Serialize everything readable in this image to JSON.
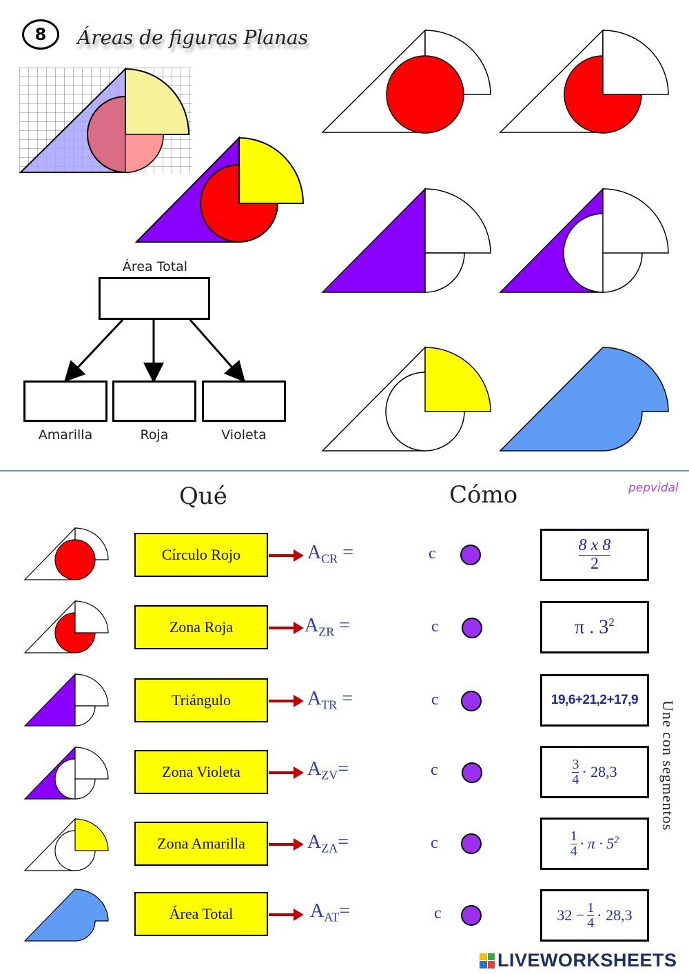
{
  "header": {
    "number": "8",
    "title": "Áreas de figuras Planas"
  },
  "tree": {
    "top_label": "Área Total",
    "bottom_labels": [
      "Amarilla",
      "Roja",
      "Violeta"
    ]
  },
  "columns": {
    "que": "Qué",
    "como": "Cómo"
  },
  "credit": "pepvidal",
  "rows": [
    {
      "name": "Círculo Rojo",
      "symbol": "A",
      "subscript": "CR",
      "eq": " =",
      "check": "c"
    },
    {
      "name": "Zona Roja",
      "symbol": "A",
      "subscript": "ZR",
      "eq": " =",
      "check": "c"
    },
    {
      "name": "Triángulo",
      "symbol": "A",
      "subscript": "TR",
      "eq": " =",
      "check": "c"
    },
    {
      "name": "Zona Violeta",
      "symbol": "A",
      "subscript": "ZV",
      "eq": "=",
      "check": "c"
    },
    {
      "name": "Zona Amarilla",
      "symbol": "A",
      "subscript": "ZA",
      "eq": "=",
      "check": "c"
    },
    {
      "name": "Área Total",
      "symbol": "A",
      "subscript": "AT",
      "eq": "=",
      "check": "c"
    }
  ],
  "answers": {
    "a1": {
      "num": "8 x 8",
      "den": "2"
    },
    "a2": {
      "base": "π . 3",
      "exp": "2"
    },
    "a3": {
      "text": "19,6+21,2+17,9"
    },
    "a4": {
      "num": "3",
      "den": "4",
      "rest": "· 28,3"
    },
    "a5": {
      "num": "1",
      "den": "4",
      "rest": "· π · 5",
      "exp": "2"
    },
    "a6": {
      "pre": "32 −",
      "num": "1",
      "den": "4",
      "rest": "· 28,3"
    }
  },
  "side_note": "Une con segmentos",
  "logo": "LIVEWORKSHEETS",
  "colors": {
    "red": "#ff0000",
    "yellow": "#ffff00",
    "violet": "#8a00ff",
    "blue": "#5f9cf5",
    "dot": "#9b30f0",
    "answer_text": "#1f2a9a"
  }
}
